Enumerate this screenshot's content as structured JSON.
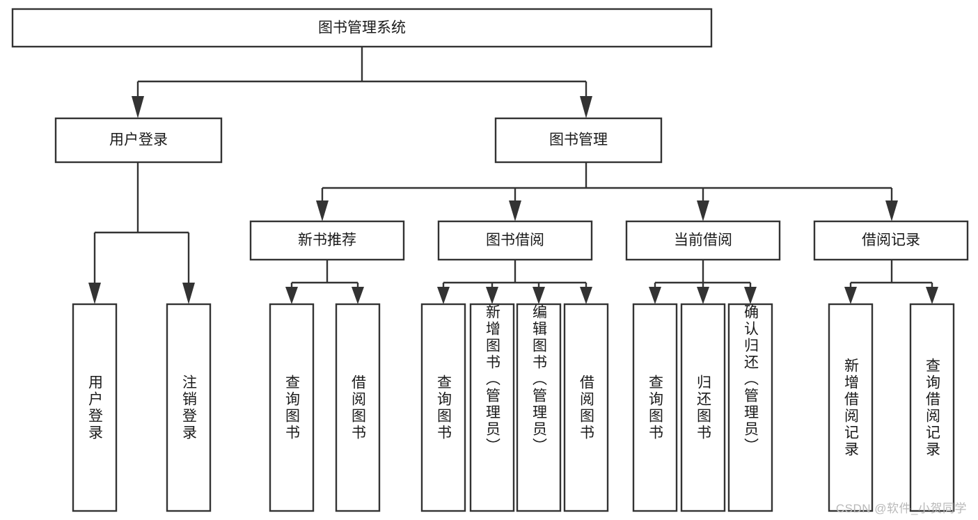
{
  "diagram": {
    "type": "tree",
    "title": "图书管理系统",
    "watermark": "CSDN @软件_小贺同学",
    "colors": {
      "stroke": "#333333",
      "box_fill": "#ffffff",
      "text": "#1a1a1a",
      "watermark": "#b9b9b9",
      "background": "#ffffff"
    },
    "root": {
      "label": "图书管理系统"
    },
    "level2": [
      {
        "label": "用户登录"
      },
      {
        "label": "图书管理"
      }
    ],
    "level3": [
      {
        "label": "新书推荐"
      },
      {
        "label": "图书借阅"
      },
      {
        "label": "当前借阅"
      },
      {
        "label": "借阅记录"
      }
    ],
    "leaves": {
      "user_login": [
        {
          "label": "用户登录"
        },
        {
          "label": "注销登录"
        }
      ],
      "new_book_recommend": [
        {
          "label": "查询图书"
        },
        {
          "label": "借阅图书"
        }
      ],
      "book_borrow": [
        {
          "label": "查询图书"
        },
        {
          "label": "新增图书（管理员）"
        },
        {
          "label": "编辑图书（管理员）"
        },
        {
          "label": "借阅图书"
        }
      ],
      "current_borrow": [
        {
          "label": "查询图书"
        },
        {
          "label": "归还图书"
        },
        {
          "label": "确认归还（管理员）"
        }
      ],
      "borrow_record": [
        {
          "label": "新增借阅记录"
        },
        {
          "label": "查询借阅记录"
        }
      ]
    }
  }
}
